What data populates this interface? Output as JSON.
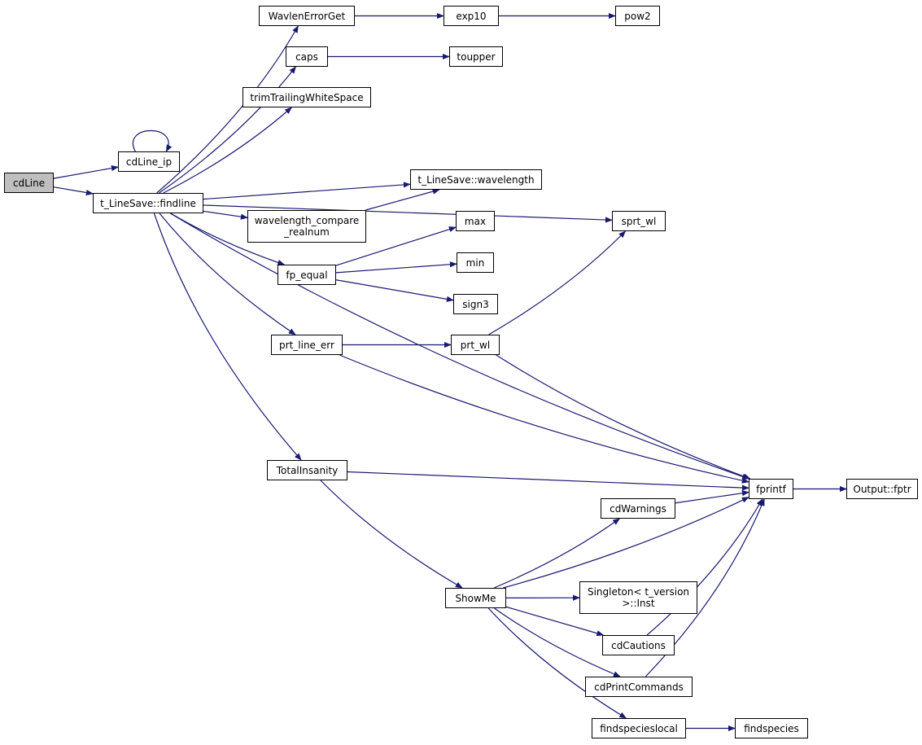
{
  "colors": {
    "edge": "#191970",
    "node_border": "#000000",
    "root_fill": "#bfbfbf",
    "node_fill": "#ffffff"
  },
  "nodes": [
    {
      "id": "cdLine",
      "label": "cdLine",
      "root": true
    },
    {
      "id": "cdLine_ip",
      "label": "cdLine_ip"
    },
    {
      "id": "findline",
      "label": "t_LineSave::findline"
    },
    {
      "id": "WavlenErrorGet",
      "label": "WavlenErrorGet"
    },
    {
      "id": "exp10",
      "label": "exp10"
    },
    {
      "id": "pow2",
      "label": "pow2"
    },
    {
      "id": "caps",
      "label": "caps"
    },
    {
      "id": "toupper",
      "label": "toupper"
    },
    {
      "id": "trimTrailingWhiteSpace",
      "label": "trimTrailingWhiteSpace"
    },
    {
      "id": "wavelength",
      "label": "t_LineSave::wavelength"
    },
    {
      "id": "sprt_wl",
      "label": "sprt_wl"
    },
    {
      "id": "wavelength_compare",
      "label": "wavelength_compare\n_realnum"
    },
    {
      "id": "max",
      "label": "max"
    },
    {
      "id": "fp_equal",
      "label": "fp_equal"
    },
    {
      "id": "min",
      "label": "min"
    },
    {
      "id": "sign3",
      "label": "sign3"
    },
    {
      "id": "prt_line_err",
      "label": "prt_line_err"
    },
    {
      "id": "prt_wl",
      "label": "prt_wl"
    },
    {
      "id": "TotalInsanity",
      "label": "TotalInsanity"
    },
    {
      "id": "fprintf",
      "label": "fprintf"
    },
    {
      "id": "Output_fptr",
      "label": "Output::fptr"
    },
    {
      "id": "cdWarnings",
      "label": "cdWarnings"
    },
    {
      "id": "ShowMe",
      "label": "ShowMe"
    },
    {
      "id": "Singleton",
      "label": "Singleton< t_version\n>::Inst"
    },
    {
      "id": "cdCautions",
      "label": "cdCautions"
    },
    {
      "id": "cdPrintCommands",
      "label": "cdPrintCommands"
    },
    {
      "id": "findspecieslocal",
      "label": "findspecieslocal"
    },
    {
      "id": "findspecies",
      "label": "findspecies"
    }
  ],
  "edges": [
    {
      "from": "cdLine",
      "to": "cdLine_ip"
    },
    {
      "from": "cdLine",
      "to": "findline"
    },
    {
      "from": "cdLine_ip",
      "to": "cdLine_ip"
    },
    {
      "from": "findline",
      "to": "WavlenErrorGet"
    },
    {
      "from": "findline",
      "to": "caps"
    },
    {
      "from": "findline",
      "to": "trimTrailingWhiteSpace"
    },
    {
      "from": "findline",
      "to": "sprt_wl"
    },
    {
      "from": "findline",
      "to": "wavelength"
    },
    {
      "from": "findline",
      "to": "wavelength_compare"
    },
    {
      "from": "findline",
      "to": "fp_equal"
    },
    {
      "from": "findline",
      "to": "prt_line_err"
    },
    {
      "from": "findline",
      "to": "fprintf"
    },
    {
      "from": "findline",
      "to": "TotalInsanity"
    },
    {
      "from": "WavlenErrorGet",
      "to": "exp10"
    },
    {
      "from": "exp10",
      "to": "pow2"
    },
    {
      "from": "caps",
      "to": "toupper"
    },
    {
      "from": "wavelength_compare",
      "to": "wavelength"
    },
    {
      "from": "fp_equal",
      "to": "max"
    },
    {
      "from": "fp_equal",
      "to": "min"
    },
    {
      "from": "fp_equal",
      "to": "sign3"
    },
    {
      "from": "prt_line_err",
      "to": "prt_wl"
    },
    {
      "from": "prt_line_err",
      "to": "fprintf"
    },
    {
      "from": "prt_wl",
      "to": "sprt_wl"
    },
    {
      "from": "prt_wl",
      "to": "fprintf"
    },
    {
      "from": "TotalInsanity",
      "to": "fprintf"
    },
    {
      "from": "TotalInsanity",
      "to": "ShowMe"
    },
    {
      "from": "fprintf",
      "to": "Output_fptr"
    },
    {
      "from": "cdWarnings",
      "to": "fprintf"
    },
    {
      "from": "ShowMe",
      "to": "cdWarnings"
    },
    {
      "from": "ShowMe",
      "to": "fprintf"
    },
    {
      "from": "ShowMe",
      "to": "Singleton"
    },
    {
      "from": "ShowMe",
      "to": "cdCautions"
    },
    {
      "from": "ShowMe",
      "to": "cdPrintCommands"
    },
    {
      "from": "ShowMe",
      "to": "findspecieslocal"
    },
    {
      "from": "cdCautions",
      "to": "fprintf"
    },
    {
      "from": "cdPrintCommands",
      "to": "fprintf"
    },
    {
      "from": "findspecieslocal",
      "to": "findspecies"
    }
  ]
}
